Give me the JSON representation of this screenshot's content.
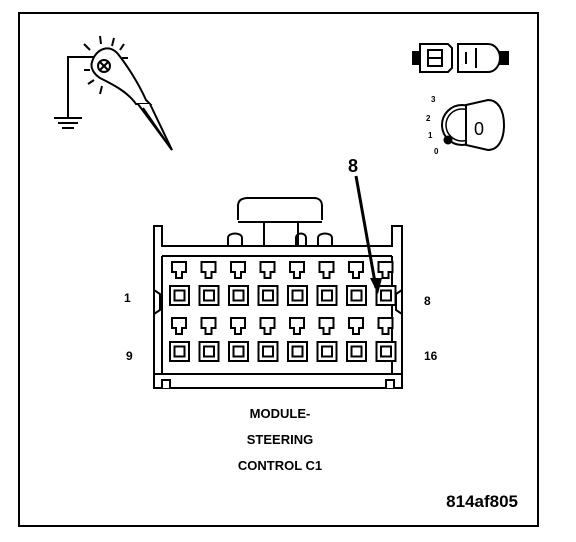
{
  "connector": {
    "title_lines": [
      "MODULE-",
      "STEERING",
      "CONTROL C1"
    ],
    "pin_labels": {
      "top_left": "1",
      "top_right": "8",
      "bottom_left": "9",
      "bottom_right": "16"
    },
    "callout_pin": "8",
    "pins_per_row": 8,
    "rows": 2
  },
  "ignition_dial": {
    "positions": [
      "3",
      "2",
      "1",
      "0"
    ],
    "key_label": "0"
  },
  "figure_id": "814af805",
  "icons": [
    "test-probe-ground-icon",
    "connector-disconnect-icon",
    "ignition-key-off-icon"
  ]
}
